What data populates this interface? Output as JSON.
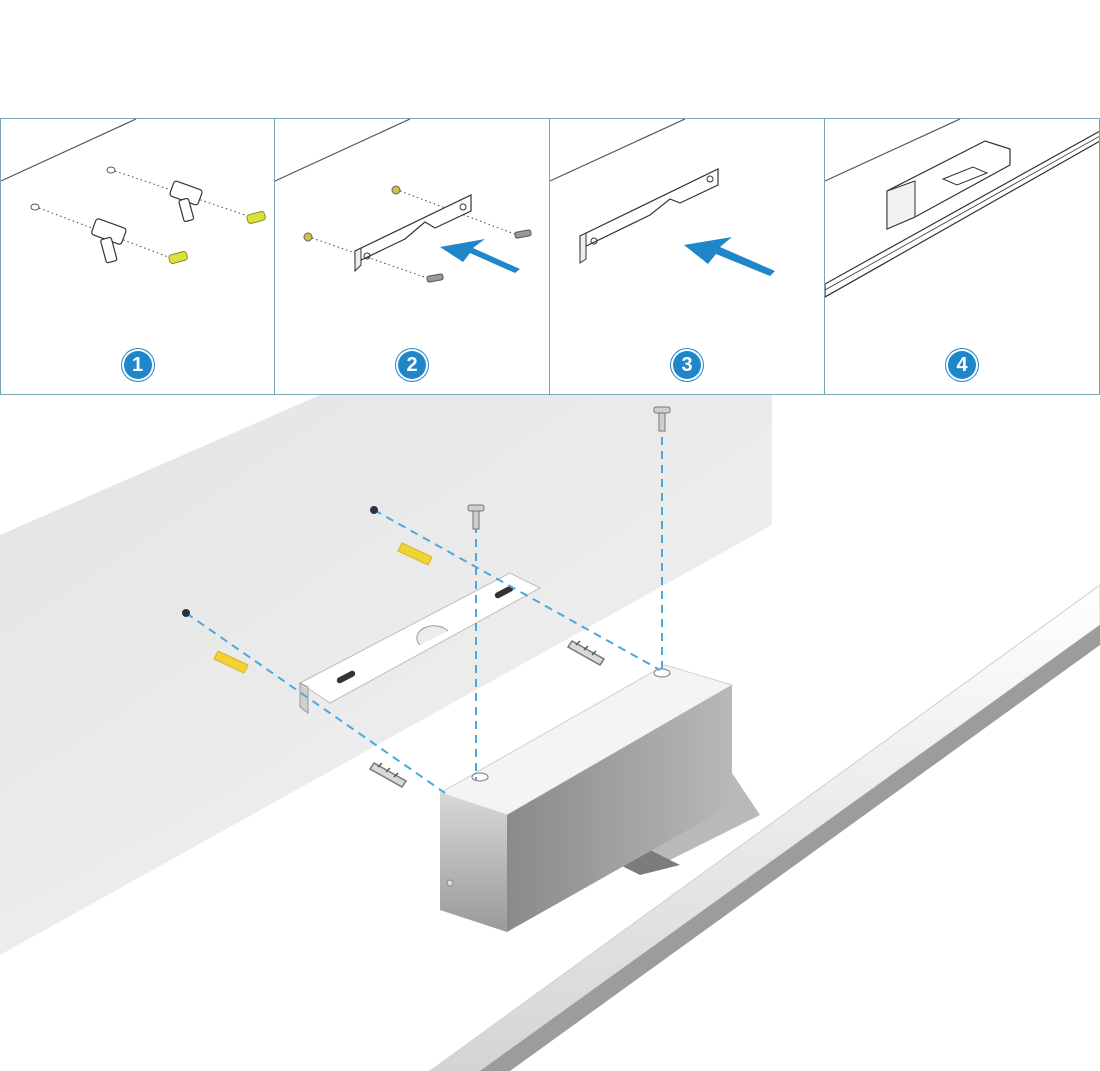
{
  "steps": [
    {
      "number": "1",
      "icon": "drill-icon"
    },
    {
      "number": "2",
      "icon": "bracket-screw-icon"
    },
    {
      "number": "3",
      "icon": "bracket-mounted-icon"
    },
    {
      "number": "4",
      "icon": "lamp-installed-icon"
    }
  ],
  "colors": {
    "panel_border": "#7fa4b8",
    "badge": "#1f87c9",
    "arrow": "#1f87c9",
    "anchor_plug": "#f2d336",
    "guide_line": "#4aa8e0"
  }
}
